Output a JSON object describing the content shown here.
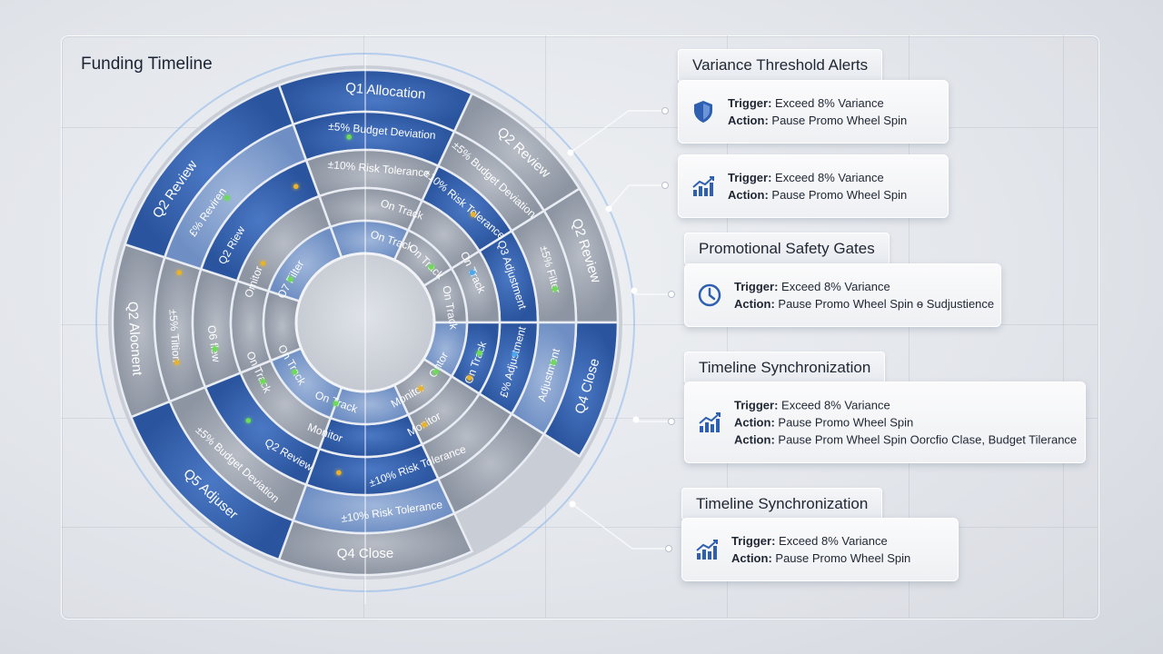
{
  "title": "Funding Timeline",
  "colors": {
    "accent": "#2e5aa6",
    "accent_dark": "#234a8e",
    "steel": "#8a929f",
    "dot_green": "#6ddc55",
    "dot_amber": "#e8b22c",
    "dot_blue": "#4aa6ef"
  },
  "ring_outer": [
    "Q1 Allocation",
    "Q2 Review",
    "Q2 Review",
    "Q4 Close",
    "Q4 Close",
    "Q5 Adjuser",
    "Q2 Alocnent",
    "Q2 Review"
  ],
  "ring_2": [
    "±5% Budget Deviation",
    "±5% Budget Deviation",
    "±5% Filter",
    "Adjustment",
    "±10% Risk Tolerance",
    "±5% Budget Deviation",
    "±5% Tiltion",
    "£% Reviren"
  ],
  "ring_3": [
    "±10% Risk Tolerance",
    "±10% Risk Tolerance",
    "Q3 Adjustment",
    "£% Adjustment",
    "±10% Risk Tolerance",
    "Q2 Review",
    "O6 flew",
    "Q2 Riew"
  ],
  "ring_4": [
    "On Track",
    "On Track",
    "On Track",
    "Monitor",
    "Monitor",
    "On Track",
    "Omitor"
  ],
  "ring_inner": [
    "On Track",
    "On Track",
    "On Track",
    "Ontor",
    "Monitor",
    "On Track",
    "On Track",
    "O7 Filter"
  ],
  "panels": [
    {
      "heading": "Variance Threshold Alerts",
      "cards": [
        {
          "icon": "shield-icon",
          "lines": [
            {
              "key": "Trigger:",
              "value": " Exceed 8% Variance"
            },
            {
              "key": "Action:",
              "value": " Pause Promo Wheel Spin"
            }
          ]
        },
        {
          "icon": "trend-chart-icon",
          "lines": [
            {
              "key": "Trigger:",
              "value": " Exceed 8% Variance"
            },
            {
              "key": "Action:",
              "value": " Pause Promo Wheel Spin"
            }
          ]
        }
      ]
    },
    {
      "heading": "Promotional Safety Gates",
      "cards": [
        {
          "icon": "clock-icon",
          "lines": [
            {
              "key": "Trigger:",
              "value": " Exceed 8% Variance"
            },
            {
              "key": "Action:",
              "value": " Pause Promo Wheel Spin ѳ Sudjustience"
            }
          ]
        }
      ]
    },
    {
      "heading": "Timeline Synchronization",
      "cards": [
        {
          "icon": "trend-chart-icon",
          "lines": [
            {
              "key": "Trigger:",
              "value": " Exceed 8% Variance"
            },
            {
              "key": "Action:",
              "value": " Pause Promo Wheel Spin"
            },
            {
              "key": "Action:",
              "value": " Pause Prom Wheel Spin Oorcfio Clase, Budget Tilerance"
            }
          ]
        }
      ]
    },
    {
      "heading": "Timeline Synchronization",
      "cards": [
        {
          "icon": "trend-chart-icon",
          "lines": [
            {
              "key": "Trigger:",
              "value": " Exceed 8% Variance"
            },
            {
              "key": "Action:",
              "value": " Pause Promo Wheel Spin"
            }
          ]
        }
      ]
    }
  ]
}
